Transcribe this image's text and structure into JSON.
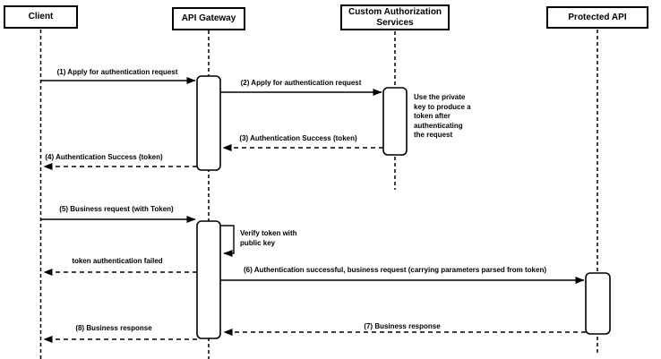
{
  "diagram": {
    "type": "uml-sequence-diagram",
    "colors": {
      "stroke": "#000000",
      "fill": "#ffffff",
      "text": "#000000"
    },
    "actors": [
      {
        "label": "Client"
      },
      {
        "label": "API Gateway"
      },
      {
        "label": "Custom Authorization Services"
      },
      {
        "label": "Protected API"
      }
    ],
    "messages": [
      {
        "order": "1",
        "label": "(1) Apply for authentication request",
        "from": "Client",
        "to": "API Gateway",
        "line": "solid"
      },
      {
        "order": "2",
        "label": "(2) Apply for authentication request",
        "from": "API Gateway",
        "to": "Custom Authorization Services",
        "line": "solid"
      },
      {
        "order": "3",
        "label": "(3) Authentication Success (token)",
        "from": "Custom Authorization Services",
        "to": "API Gateway",
        "line": "dashed"
      },
      {
        "order": "4",
        "label": "(4) Authentication Success (token)",
        "from": "API Gateway",
        "to": "Client",
        "line": "dashed"
      },
      {
        "order": "5",
        "label": "(5) Business request (with Token)",
        "from": "Client",
        "to": "API Gateway",
        "line": "solid"
      },
      {
        "label": "token authentication failed",
        "from": "API Gateway",
        "to": "Client",
        "line": "dashed"
      },
      {
        "order": "6",
        "label": "(6) Authentication successful, business request (carrying parameters parsed from token)",
        "from": "API Gateway",
        "to": "Protected API",
        "line": "solid"
      },
      {
        "order": "7",
        "label": "(7) Business response",
        "from": "Protected API",
        "to": "API Gateway",
        "line": "dashed"
      },
      {
        "order": "8",
        "label": "(8) Business response",
        "from": "API Gateway",
        "to": "Client",
        "line": "dashed"
      }
    ],
    "notes": [
      {
        "label": "Use the private key to produce a token after authenticating the request",
        "attached_to": "Custom Authorization Services"
      },
      {
        "label": "Verify token with public key",
        "attached_to": "API Gateway",
        "kind": "self-message"
      }
    ]
  }
}
